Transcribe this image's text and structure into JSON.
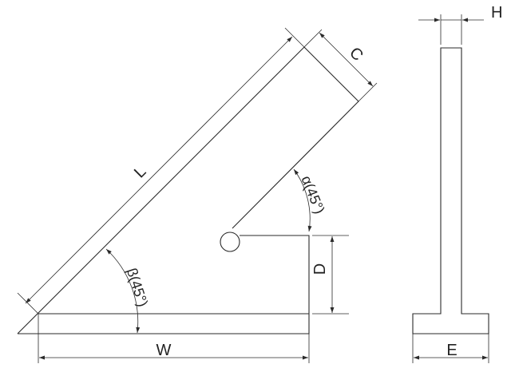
{
  "labels": {
    "length": "L",
    "width_c": "C",
    "thickness": "H",
    "alpha": "α(45°)",
    "beta": "β(45°)",
    "depth": "D",
    "base_width": "W",
    "base_thickness": "E"
  },
  "colors": {
    "line": "#2a2a2a",
    "background": "#ffffff"
  }
}
